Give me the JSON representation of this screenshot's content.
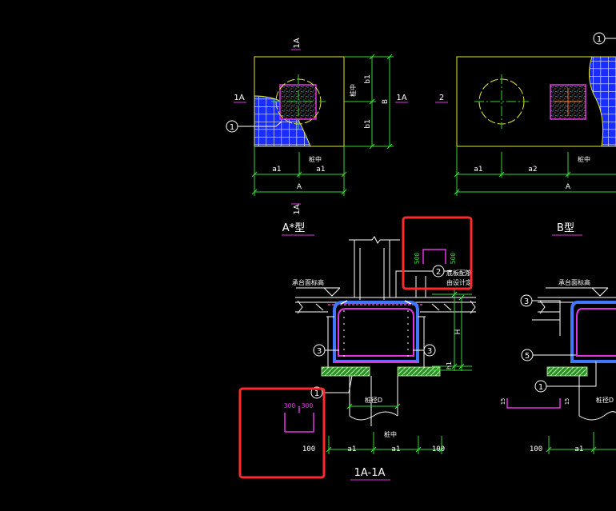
{
  "colors": {
    "background": "#000000",
    "outline": "#e6e633",
    "dimension": "#33d633",
    "rebar_grid": "#1a2cff",
    "rebar_hatch": "#cfd8ff",
    "magenta": "#e235e2",
    "callout": "#ffffff",
    "highlight": "#ff2a2a",
    "pile_hatch": "#66c94a"
  },
  "plan_a": {
    "title": "A*型",
    "section_mark_top": "1A",
    "section_mark_bottom": "1A",
    "section_mark_left": "1A",
    "section_mark_right": "1A",
    "callout": "1",
    "dim_b": "B",
    "dim_b1_top": "b1",
    "dim_b1_bottom": "b1",
    "dim_center_side": "桩中",
    "dim_center_bottom": "桩中",
    "dim_a1_left": "a1",
    "dim_a1_right": "a1",
    "dim_a": "A"
  },
  "plan_b": {
    "title": "B型",
    "callout": "1",
    "section_mark": "2",
    "dim_a1": "a1",
    "dim_a2": "a2",
    "dim_center": "桩中",
    "dim_a": "A"
  },
  "section_a": {
    "title": "1A-1A",
    "label_top_elev": "承台面标高",
    "label_right_1": "底板配筋",
    "label_right_2": "由设计定",
    "callout_2": "2",
    "callout_3_left": "3",
    "callout_3_right": "3",
    "callout_1": "1",
    "dim_h": "H",
    "dim_h1": "h1",
    "pile_label": "桩径D",
    "pile_center": "桩中",
    "dim_100_left": "100",
    "dim_a1_left": "a1",
    "dim_a1_right": "a1",
    "dim_100_right": "100"
  },
  "detail_top": {
    "left": "500",
    "right": "500"
  },
  "detail_bottom": {
    "left": "300",
    "right": "300"
  },
  "section_b": {
    "label_top_elev": "承台面标高",
    "callout_3": "3",
    "callout_5": "5",
    "callout_1": "1",
    "pile_label": "桩径D",
    "dim_100": "100",
    "dim_a1": "a1",
    "hook_left": "15",
    "hook_right": "15"
  }
}
